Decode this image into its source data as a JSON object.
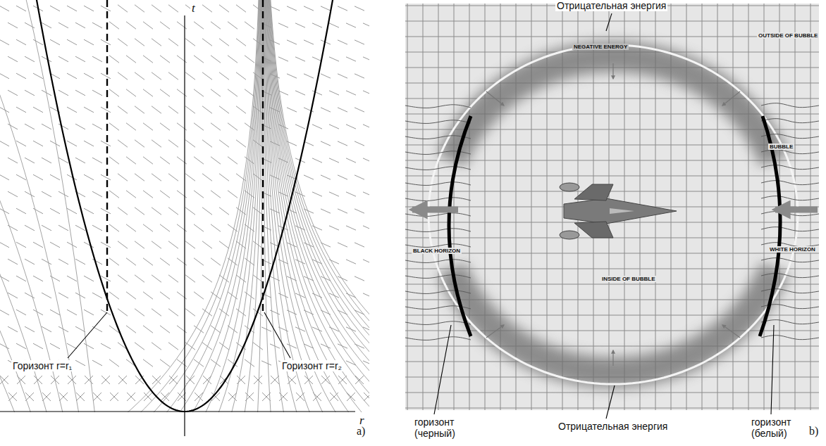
{
  "diagram": {
    "labels": [
      "t",
      "r",
      "Горизонт r=r₁",
      "Горизонт r=r₂",
      "a)",
      "Отрицательная энергия",
      "NEGATIVE ENERGY",
      "OUTSIDE OF BUBBLE",
      "BUBBLE",
      "BLACK HORIZON",
      "WHITE HORIZON",
      "INSIDE OF BUBBLE",
      "горизонт (черный)",
      "Отрицательная энергия",
      "горизонт (белый)",
      "b)"
    ]
  }
}
